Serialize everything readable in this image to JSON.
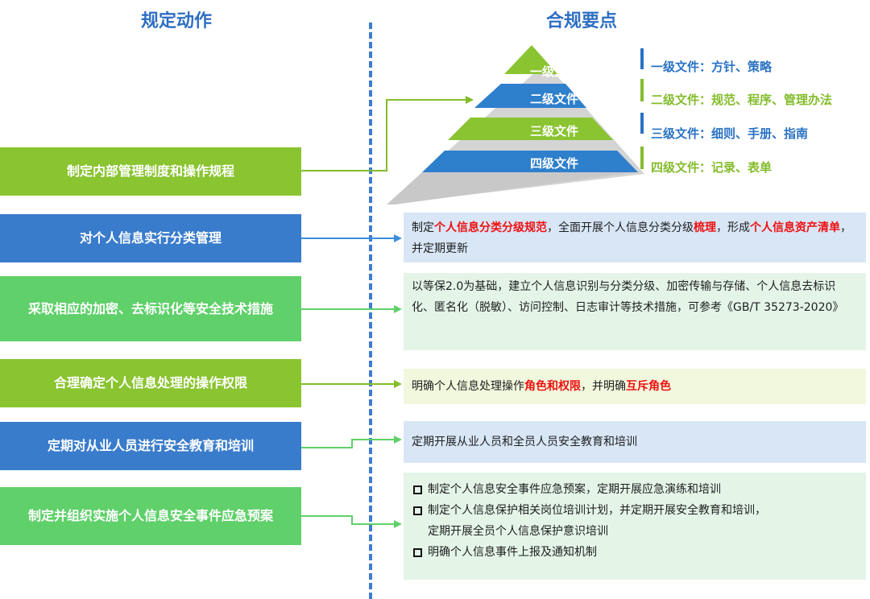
{
  "headers": {
    "left": "规定动作",
    "right": "合规要点"
  },
  "pyramid": {
    "tiers": [
      "一级文件",
      "二级文件",
      "三级文件",
      "四级文件"
    ],
    "legend": [
      {
        "text": "一级文件：方针、策略",
        "color": "#2a72c4"
      },
      {
        "text": "二级文件：规范、程序、管理办法",
        "color": "#84bc2c"
      },
      {
        "text": "三级文件：细则、手册、指南",
        "color": "#2a72c4"
      },
      {
        "text": "四级文件：记录、表单",
        "color": "#84bc2c"
      }
    ]
  },
  "actions": [
    "制定内部管理制度和操作规程",
    "对个人信息实行分类管理",
    "采取相应的加密、去标识化等安全技术措施",
    "合理确定个人信息处理的操作权限",
    "定期对从业人员进行安全教育和培训",
    "制定并组织实施个人信息安全事件应急预案"
  ],
  "points": {
    "p1": {
      "a": "制定",
      "b": "个人信息分类分级规范",
      "c": "，全面开展个人信息分类分级",
      "d": "梳理",
      "e": "，形成",
      "f": "个人信息资产清单",
      "g": "，并定期更新"
    },
    "p2": "以等保2.0为基础，建立个人信息识别与分类分级、加密传输与存储、个人信息去标识化、匿名化（脱敏）、访问控制、日志审计等技术措施，可参考《GB/T 35273-2020》",
    "p3": {
      "a": "明确个人信息处理操作",
      "b": "角色和权限",
      "c": "，并明确",
      "d": "互斥角色"
    },
    "p4": "定期开展从业人员和全员人员安全教育和培训",
    "p5": {
      "item1": "制定个人信息安全事件应急预案，定期开展应急演练和培训",
      "item2a": "制定个人信息保护相关岗位培训计划，并定期开展安全教育和培训，",
      "item2b": "定期开展全员个人信息保护意识培训",
      "item3": "明确个人信息事件上报及通知机制"
    }
  },
  "colors": {
    "blue": "#3a7ccc",
    "lime": "#8ac431",
    "green": "#5fd06a",
    "red": "#ee1111"
  }
}
